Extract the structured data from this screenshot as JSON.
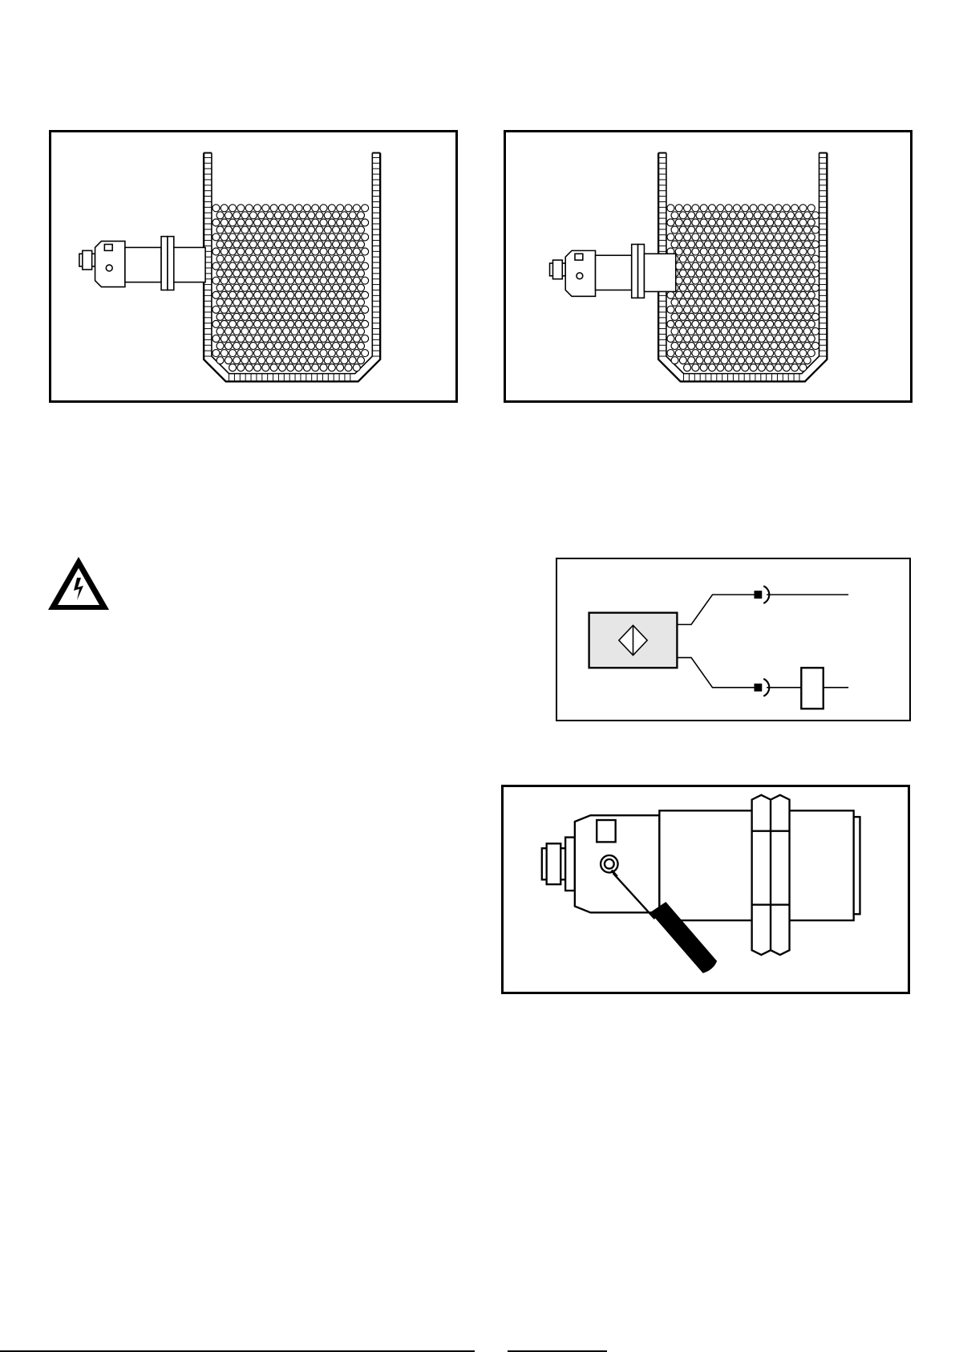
{
  "page": {
    "figures": [
      {
        "id": "fig-bin-left",
        "description_icon": "sensor-mounted-flush-in-bin-wall"
      },
      {
        "id": "fig-bin-right",
        "description_icon": "sensor-protruding-into-bin"
      },
      {
        "id": "fig-wiring",
        "description_icon": "two-wire-connection-diagram"
      },
      {
        "id": "fig-adjust",
        "description_icon": "sensitivity-adjustment-screwdriver"
      }
    ],
    "warning": {
      "icon": "electrical-hazard-icon"
    },
    "colors": {
      "line": "#000000",
      "sensor_fill": "#e6e6e6",
      "background": "#ffffff"
    }
  }
}
